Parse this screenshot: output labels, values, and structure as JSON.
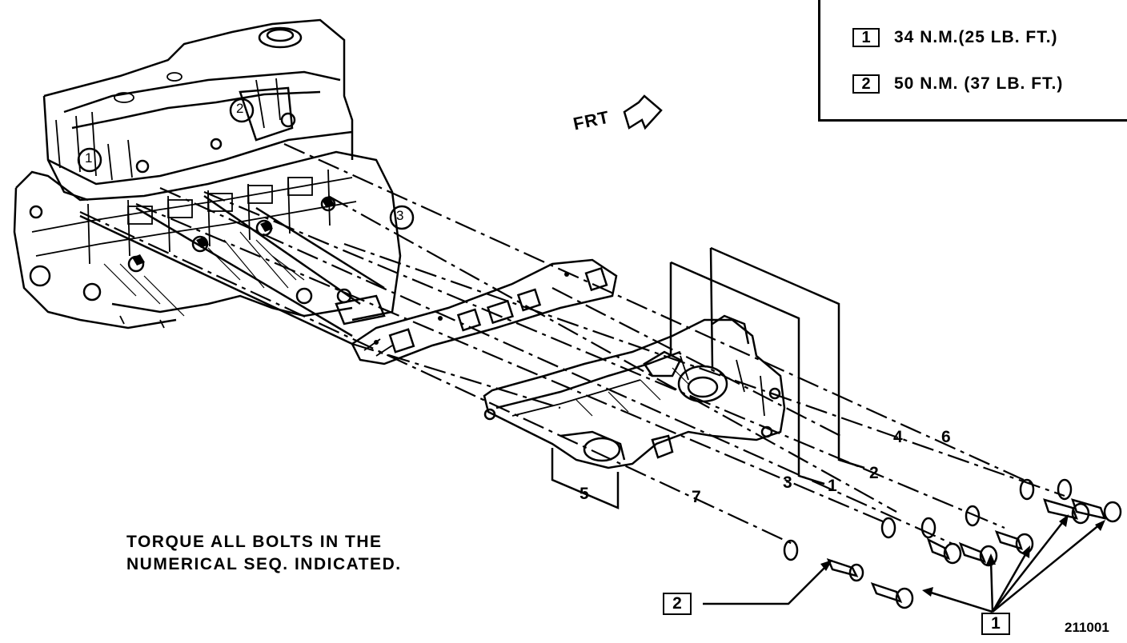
{
  "legend": {
    "items": [
      {
        "key": "1",
        "text": "34 N.M.(25 LB. FT.)"
      },
      {
        "key": "2",
        "text": "50 N.M. (37 LB. FT.)"
      }
    ]
  },
  "front_label": "FRT",
  "note": {
    "line1": "TORQUE ALL BOLTS IN THE",
    "line2": "NUMERICAL SEQ. INDICATED."
  },
  "sequence_numbers": [
    "1",
    "2",
    "3",
    "4",
    "5",
    "6",
    "7"
  ],
  "engine_markers": [
    "1",
    "2",
    "3"
  ],
  "callouts": {
    "torque_2": "2",
    "torque_1": "1"
  },
  "figure_id": "211001"
}
